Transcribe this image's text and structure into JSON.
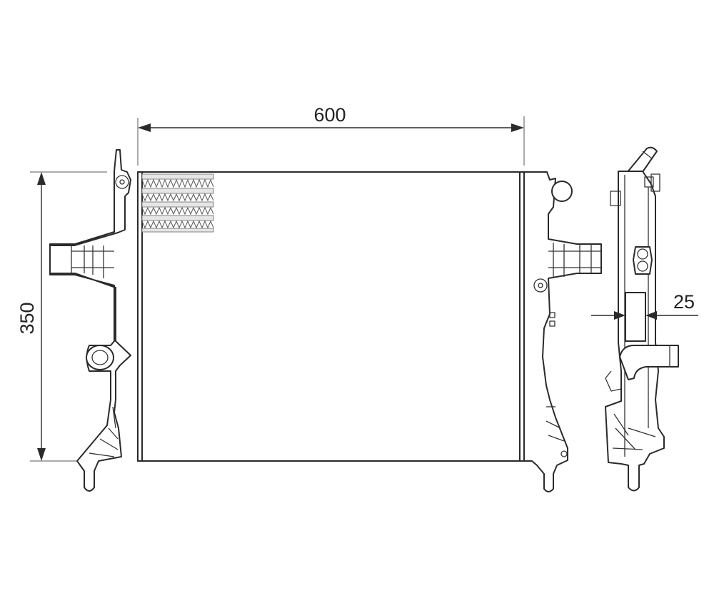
{
  "dimensions": {
    "width": "600",
    "height": "350",
    "depth": "25"
  },
  "colors": {
    "line": "#2a2a2a",
    "background": "#ffffff",
    "fin_bar": "#e6e6e6"
  }
}
